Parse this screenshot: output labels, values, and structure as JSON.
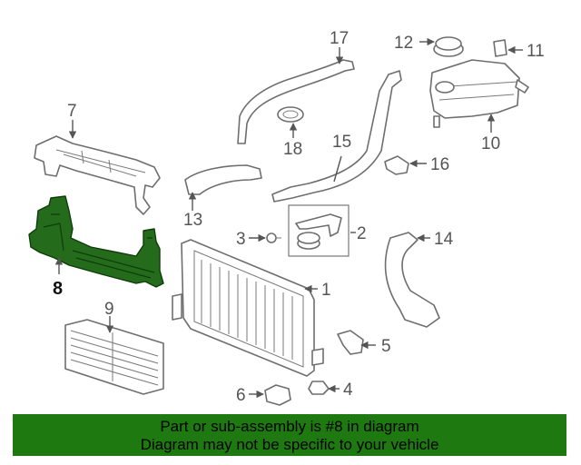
{
  "callouts": [
    "1",
    "2",
    "3",
    "4",
    "5",
    "6",
    "7",
    "8",
    "9",
    "10",
    "11",
    "12",
    "13",
    "14",
    "15",
    "16",
    "17",
    "18"
  ],
  "highlighted_callout": "8",
  "banner": {
    "line1": "Part or sub-assembly is #8 in diagram",
    "line2": "Diagram may not be specific to your vehicle",
    "background": "#1e7a10"
  },
  "colors": {
    "highlight_part": "#246b1c",
    "outline": "#6e6e6e",
    "callout_text": "#555555"
  }
}
